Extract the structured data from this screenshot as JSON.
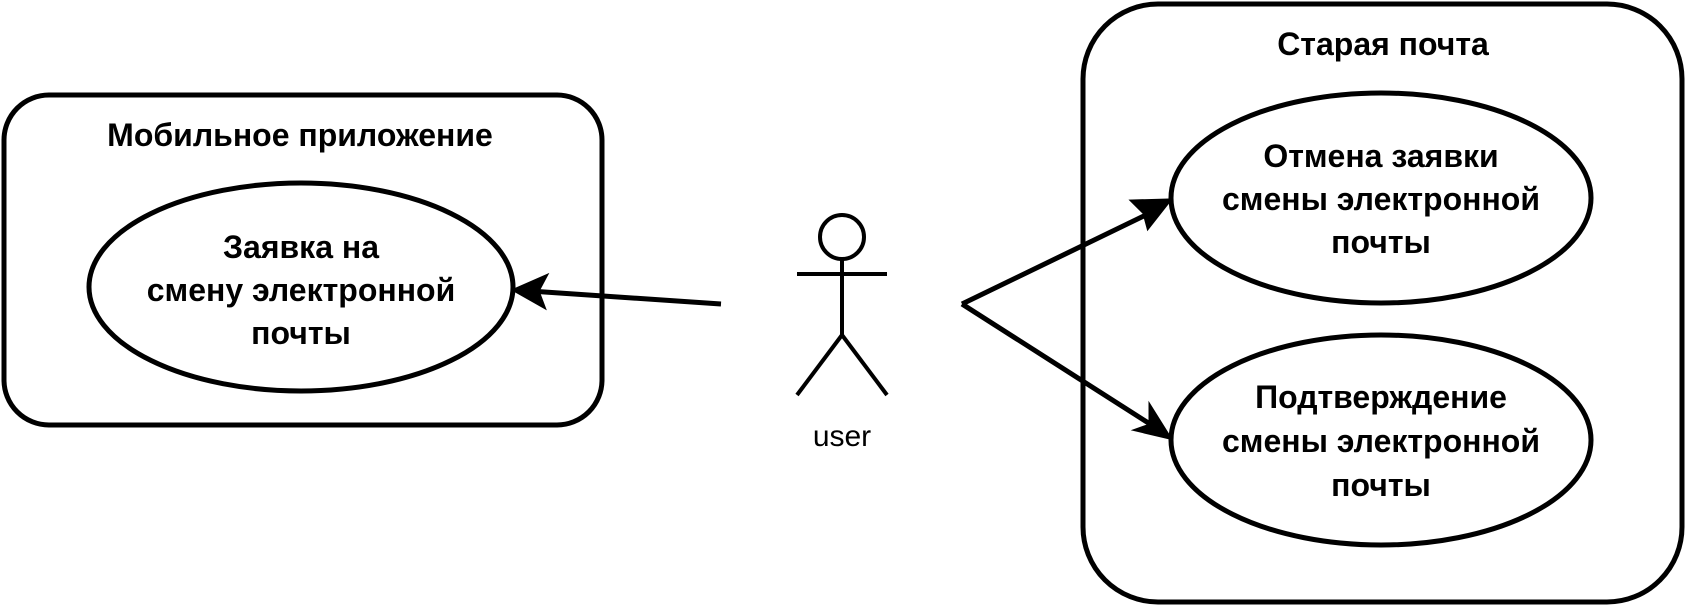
{
  "systems": {
    "mobile": {
      "title": "Мобильное приложение",
      "usecase": [
        "Заявка на",
        "смену электронной",
        "почты"
      ]
    },
    "old_mail": {
      "title": "Старая почта",
      "usecases": [
        [
          "Отмена заявки",
          "смены электронной",
          "почты"
        ],
        [
          "Подтверждение",
          "смены электронной",
          "почты"
        ]
      ]
    }
  },
  "actor": {
    "label": "user"
  }
}
